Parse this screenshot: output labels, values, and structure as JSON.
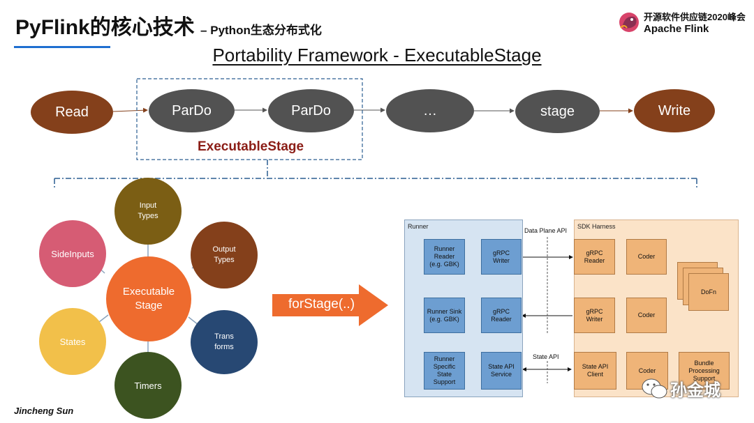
{
  "header": {
    "title": "PyFlink的核心技术",
    "subtitle": "– Python生态分布式化",
    "logo_line1": "开源软件供应链2020峰会",
    "logo_line2": "Apache Flink"
  },
  "heading": "Portability Framework - ExecutableStage",
  "pipeline": {
    "nodes": [
      "Read",
      "ParDo",
      "ParDo",
      "…",
      "stage",
      "Write"
    ],
    "group_label": "ExecutableStage"
  },
  "hub": {
    "center": "Executable Stage",
    "spokes": [
      "Input Types",
      "Output Types",
      "Trans forms",
      "Timers",
      "States",
      "SideInputs"
    ]
  },
  "arrow_label": "forStage(..)",
  "runtime": {
    "runner_title": "Runner",
    "sdk_title": "SDK Harness",
    "data_plane_label": "Data Plane API",
    "state_api_label": "State API",
    "runner_boxes": [
      "Runner Reader (e.g. GBK)",
      "gRPC Writer",
      "Runner Sink (e.g. GBK)",
      "gRPC Reader",
      "Runner Specific State Support",
      "State API Service"
    ],
    "sdk_boxes": [
      "gRPC Reader",
      "Coder",
      "DoFn",
      "gRPC Writer",
      "Coder",
      "State API Client",
      "Coder",
      "Bundle Processing Support"
    ]
  },
  "footer": "Jincheng Sun",
  "watermark": "孙金城",
  "colors": {
    "brown": "#84401b",
    "gray": "#525252",
    "accent_red": "#8b1d16",
    "arrow_orange": "#ee6b2e",
    "runner_bg": "#d6e4f2",
    "sdk_bg": "#fbe3c8"
  }
}
